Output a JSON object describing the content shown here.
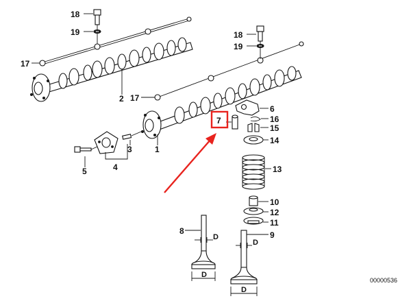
{
  "callouts": {
    "p18a": "18",
    "p19a": "19",
    "p17a": "17",
    "p2": "2",
    "p18b": "18",
    "p19b": "19",
    "p17b": "17",
    "p1": "1",
    "p3": "3",
    "p4": "4",
    "p5": "5",
    "p6": "6",
    "p7": "7",
    "p16": "16",
    "p15": "15",
    "p14": "14",
    "p13": "13",
    "p10": "10",
    "p12": "12",
    "p11": "11",
    "p8": "8",
    "p9": "9"
  },
  "dimensions": {
    "d_stem_left": "D",
    "d_head_left": "D",
    "d_stem_right": "D",
    "d_head_right": "D"
  },
  "diagram_code": "00000536",
  "colors": {
    "highlight": "#e8231e",
    "ink": "#111111"
  }
}
